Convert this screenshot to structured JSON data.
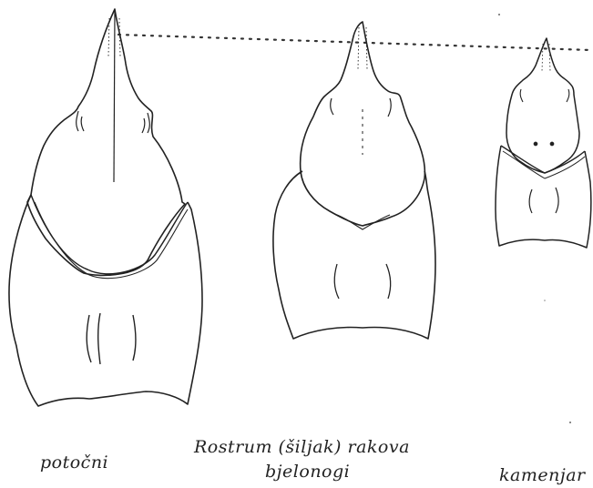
{
  "caption": {
    "title_line1": "Rostrum (šiljak) rakova",
    "title_line2": "bjelonogi"
  },
  "specimens": [
    {
      "label": "potočni"
    },
    {
      "label": "bjelonogi"
    },
    {
      "label": "kamenjar"
    }
  ],
  "colors": {
    "ink": "#222222",
    "paper": "#ffffff"
  }
}
